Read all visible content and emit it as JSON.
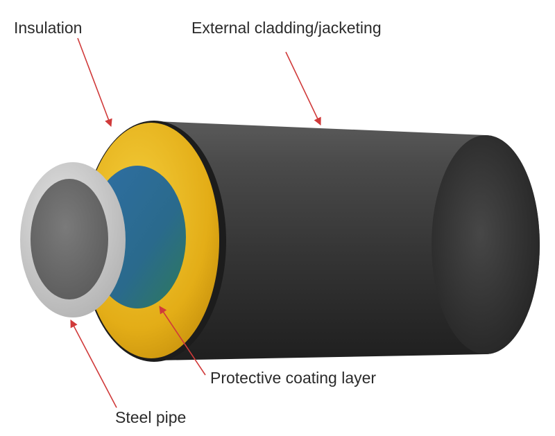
{
  "labels": {
    "insulation": "Insulation",
    "external_cladding": "External cladding/jacketing",
    "protective_coating": "Protective coating layer",
    "steel_pipe": "Steel pipe"
  },
  "colors": {
    "jacket": "#3a3a3a",
    "insulation": "#e8b820",
    "coating": "#2f6f9f",
    "steel": "#c9c9c9",
    "bore": "#6a6a6a",
    "arrow": "#d03a3a"
  }
}
